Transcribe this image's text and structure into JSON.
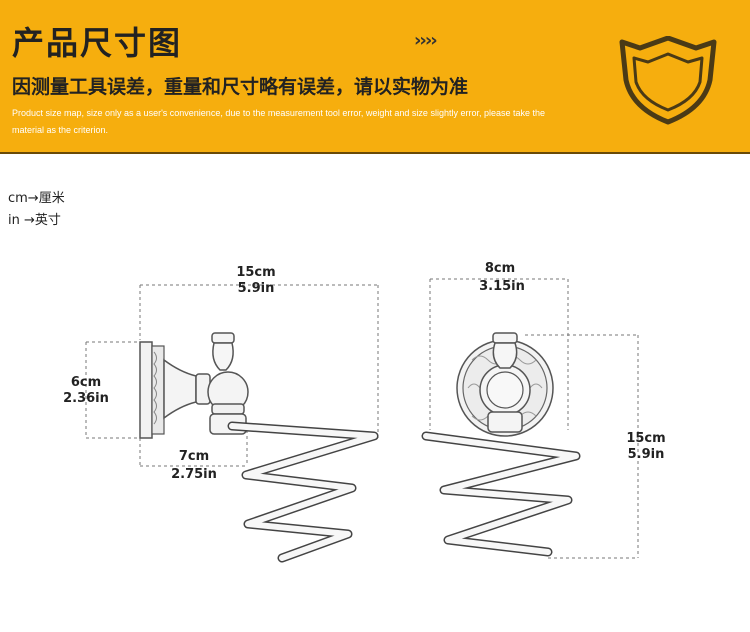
{
  "header": {
    "title": "产品尺寸图",
    "arrows": "››››",
    "subtitle": "因测量工具误差，重量和尺寸略有误差，请以实物为准",
    "note_en": "Product size map, size only as a user's convenience, due to the measurement tool error, weight and size slightly error, please take the material as the criterion."
  },
  "units": {
    "cm": "cm→厘米",
    "in": "in →英寸"
  },
  "side_view": {
    "width_cm": "15cm",
    "width_in": "5.9in",
    "height_cm": "6cm",
    "height_in": "2.36in",
    "depth_cm": "7cm",
    "depth_in": "2.75in"
  },
  "front_view": {
    "width_cm": "8cm",
    "width_in": "3.15in",
    "height_cm": "15cm",
    "height_in": "5.9in"
  },
  "colors": {
    "banner": "#f6ae0e",
    "shield_outline": "#4a3a16",
    "text": "#222222"
  }
}
